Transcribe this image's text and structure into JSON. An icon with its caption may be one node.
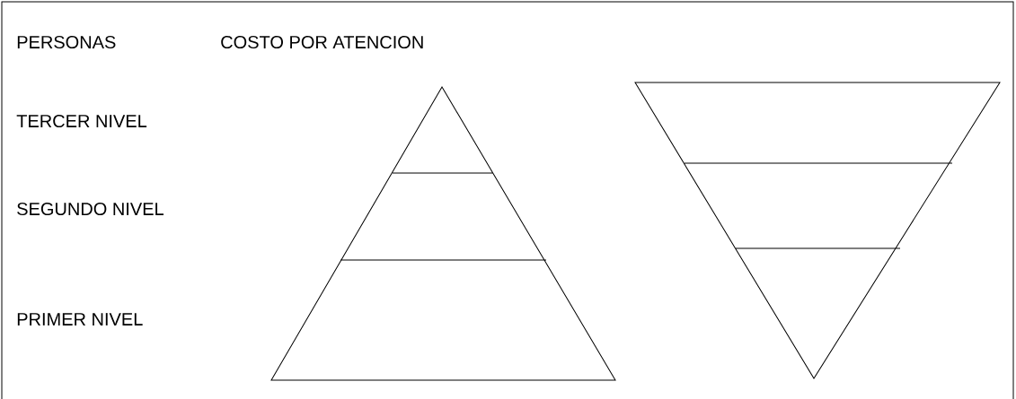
{
  "diagram": {
    "labels": [
      "PERSONAS",
      "COSTO POR ATENCION",
      "TERCER NIVEL",
      "SEGUNDO NIVEL",
      "PRIMER NIVEL"
    ]
  }
}
